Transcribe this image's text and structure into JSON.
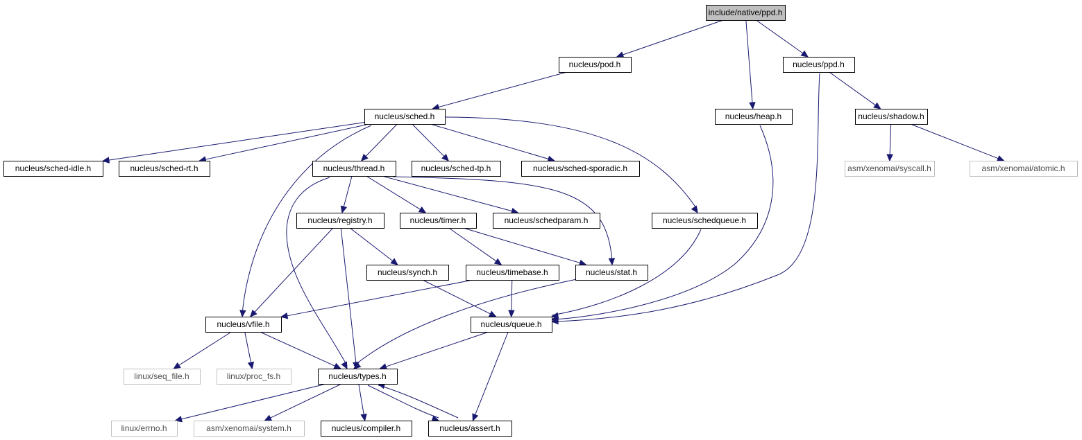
{
  "diagram": {
    "nodes": [
      {
        "id": "native_ppd",
        "label": "include/native/ppd.h",
        "style": "root"
      },
      {
        "id": "pod",
        "label": "nucleus/pod.h",
        "style": "normal"
      },
      {
        "id": "heap",
        "label": "nucleus/heap.h",
        "style": "normal"
      },
      {
        "id": "ppd",
        "label": "nucleus/ppd.h",
        "style": "normal"
      },
      {
        "id": "sched",
        "label": "nucleus/sched.h",
        "style": "normal"
      },
      {
        "id": "shadow",
        "label": "nucleus/shadow.h",
        "style": "normal"
      },
      {
        "id": "sched_idle",
        "label": "nucleus/sched-idle.h",
        "style": "normal"
      },
      {
        "id": "sched_rt",
        "label": "nucleus/sched-rt.h",
        "style": "normal"
      },
      {
        "id": "thread",
        "label": "nucleus/thread.h",
        "style": "normal"
      },
      {
        "id": "sched_tp",
        "label": "nucleus/sched-tp.h",
        "style": "normal"
      },
      {
        "id": "sched_sporadic",
        "label": "nucleus/sched-sporadic.h",
        "style": "normal"
      },
      {
        "id": "syscall",
        "label": "asm/xenomai/syscall.h",
        "style": "external"
      },
      {
        "id": "atomic",
        "label": "asm/xenomai/atomic.h",
        "style": "external"
      },
      {
        "id": "registry",
        "label": "nucleus/registry.h",
        "style": "normal"
      },
      {
        "id": "timer",
        "label": "nucleus/timer.h",
        "style": "normal"
      },
      {
        "id": "schedparam",
        "label": "nucleus/schedparam.h",
        "style": "normal"
      },
      {
        "id": "schedqueue",
        "label": "nucleus/schedqueue.h",
        "style": "normal"
      },
      {
        "id": "synch",
        "label": "nucleus/synch.h",
        "style": "normal"
      },
      {
        "id": "timebase",
        "label": "nucleus/timebase.h",
        "style": "normal"
      },
      {
        "id": "stat",
        "label": "nucleus/stat.h",
        "style": "normal"
      },
      {
        "id": "vfile",
        "label": "nucleus/vfile.h",
        "style": "normal"
      },
      {
        "id": "queue",
        "label": "nucleus/queue.h",
        "style": "normal"
      },
      {
        "id": "seq_file",
        "label": "linux/seq_file.h",
        "style": "external"
      },
      {
        "id": "proc_fs",
        "label": "linux/proc_fs.h",
        "style": "external"
      },
      {
        "id": "types",
        "label": "nucleus/types.h",
        "style": "normal"
      },
      {
        "id": "errno",
        "label": "linux/errno.h",
        "style": "external"
      },
      {
        "id": "system",
        "label": "asm/xenomai/system.h",
        "style": "external"
      },
      {
        "id": "compiler",
        "label": "nucleus/compiler.h",
        "style": "normal"
      },
      {
        "id": "assert",
        "label": "nucleus/assert.h",
        "style": "normal"
      }
    ],
    "edges": [
      {
        "from": "native_ppd",
        "to": "pod"
      },
      {
        "from": "native_ppd",
        "to": "heap"
      },
      {
        "from": "native_ppd",
        "to": "ppd"
      },
      {
        "from": "pod",
        "to": "sched"
      },
      {
        "from": "ppd",
        "to": "shadow"
      },
      {
        "from": "ppd",
        "to": "queue"
      },
      {
        "from": "heap",
        "to": "queue"
      },
      {
        "from": "sched",
        "to": "sched_idle"
      },
      {
        "from": "sched",
        "to": "sched_rt"
      },
      {
        "from": "sched",
        "to": "thread"
      },
      {
        "from": "sched",
        "to": "sched_tp"
      },
      {
        "from": "sched",
        "to": "sched_sporadic"
      },
      {
        "from": "sched",
        "to": "schedqueue"
      },
      {
        "from": "sched",
        "to": "vfile"
      },
      {
        "from": "shadow",
        "to": "syscall"
      },
      {
        "from": "shadow",
        "to": "atomic"
      },
      {
        "from": "thread",
        "to": "registry"
      },
      {
        "from": "thread",
        "to": "timer"
      },
      {
        "from": "thread",
        "to": "schedparam"
      },
      {
        "from": "thread",
        "to": "stat"
      },
      {
        "from": "thread",
        "to": "types"
      },
      {
        "from": "registry",
        "to": "synch"
      },
      {
        "from": "registry",
        "to": "vfile"
      },
      {
        "from": "registry",
        "to": "types"
      },
      {
        "from": "timer",
        "to": "timebase"
      },
      {
        "from": "timer",
        "to": "stat"
      },
      {
        "from": "schedqueue",
        "to": "queue"
      },
      {
        "from": "synch",
        "to": "queue"
      },
      {
        "from": "timebase",
        "to": "vfile"
      },
      {
        "from": "timebase",
        "to": "queue"
      },
      {
        "from": "stat",
        "to": "types"
      },
      {
        "from": "vfile",
        "to": "seq_file"
      },
      {
        "from": "vfile",
        "to": "proc_fs"
      },
      {
        "from": "vfile",
        "to": "types"
      },
      {
        "from": "queue",
        "to": "types"
      },
      {
        "from": "queue",
        "to": "assert"
      },
      {
        "from": "types",
        "to": "errno"
      },
      {
        "from": "types",
        "to": "system"
      },
      {
        "from": "types",
        "to": "compiler"
      },
      {
        "from": "types",
        "to": "assert"
      },
      {
        "from": "assert",
        "to": "types"
      }
    ]
  },
  "colors": {
    "edge": "#191970",
    "root_fill": "#bfbfbf",
    "node_border": "#000000",
    "external_border": "#bfbfbf",
    "external_text": "#4d4d4d"
  }
}
